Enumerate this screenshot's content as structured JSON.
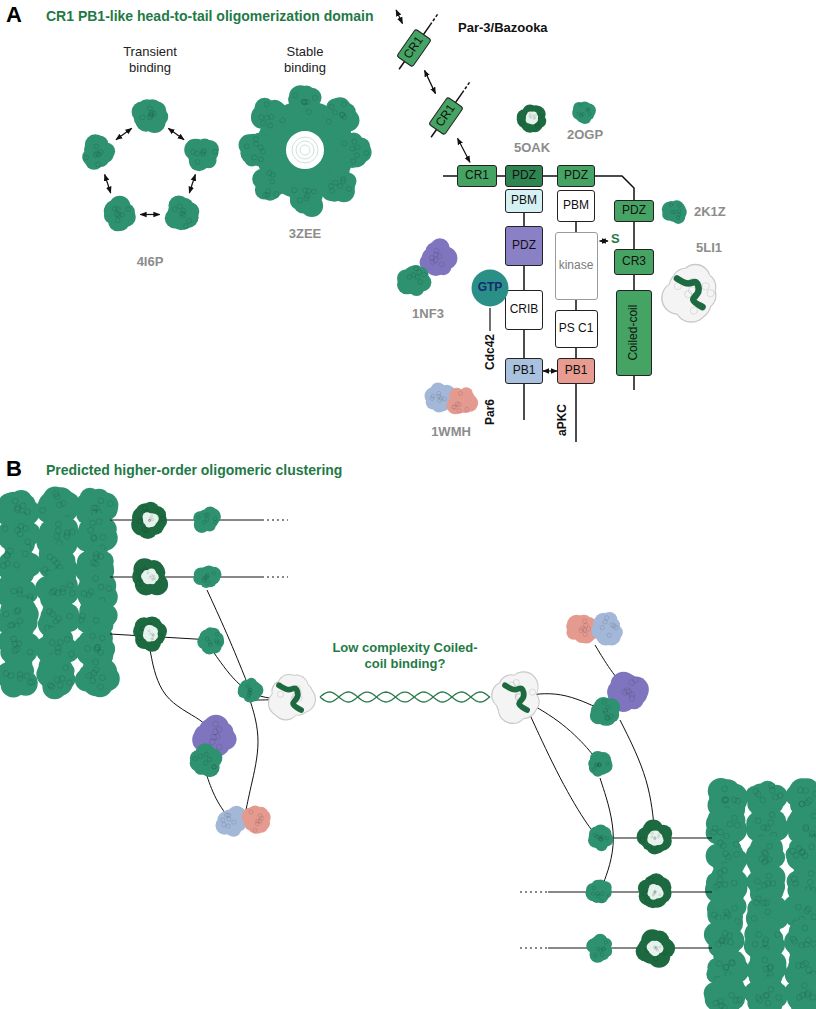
{
  "diagram": {
    "nodes": [
      {
        "text": [
          "CR1"
        ]
      },
      {
        "text": [
          "CR1"
        ]
      },
      {
        "text": [
          "CR1"
        ]
      },
      {
        "text": [
          "PDZ"
        ]
      },
      {
        "text": [
          "PDZ"
        ]
      },
      {
        "text": [
          "PDZ"
        ]
      },
      {
        "text": [
          "CR3"
        ]
      },
      {
        "text": [
          "Coiled-coil"
        ]
      },
      {
        "text": [
          "PBM"
        ]
      },
      {
        "text": [
          "PDZ"
        ]
      },
      {
        "text": [
          "CRIB"
        ]
      },
      {
        "text": [
          "PB1"
        ]
      },
      {
        "text": [
          "GTP"
        ]
      },
      {
        "text": [
          "PBM"
        ]
      },
      {
        "text": [
          "kinase"
        ]
      },
      {
        "text": [
          "PS C1"
        ]
      },
      {
        "text": [
          "PB1"
        ]
      }
    ],
    "edges": [
      {
        "from": 0,
        "to": 1,
        "arrow": "both"
      },
      {
        "from": 1,
        "to": 2,
        "arrow": "both"
      },
      {
        "from": 2,
        "to": 3,
        "arrow": "none"
      },
      {
        "from": 3,
        "to": 4,
        "arrow": "none"
      },
      {
        "from": 4,
        "to": 5,
        "arrow": "none"
      },
      {
        "from": 5,
        "to": 6,
        "arrow": "none"
      },
      {
        "from": 6,
        "to": 7,
        "arrow": "none"
      },
      {
        "from": 8,
        "to": 9,
        "arrow": "none"
      },
      {
        "from": 9,
        "to": 10,
        "arrow": "none"
      },
      {
        "from": 10,
        "to": 11,
        "arrow": "none"
      },
      {
        "from": 13,
        "to": 14,
        "arrow": "none"
      },
      {
        "from": 14,
        "to": 15,
        "arrow": "none"
      },
      {
        "from": 15,
        "to": 16,
        "arrow": "none"
      },
      {
        "from": 11,
        "to": 16,
        "arrow": "both"
      }
    ],
    "labels": [
      "A",
      "CR1 PB1-like head-to-tail oligomerization domain",
      "Transient binding",
      "Stable binding",
      "4I6P",
      "3ZEE",
      "Par-3/Bazooka",
      "5OAK",
      "2OGP",
      "2K1Z",
      "S",
      "5LI1",
      "1NF3",
      "Cdc42",
      "Par6",
      "aPKC",
      "1WMH",
      "B",
      "Predicted higher-order oligomeric clustering",
      "Low complexity Coiled-coil binding?"
    ]
  }
}
